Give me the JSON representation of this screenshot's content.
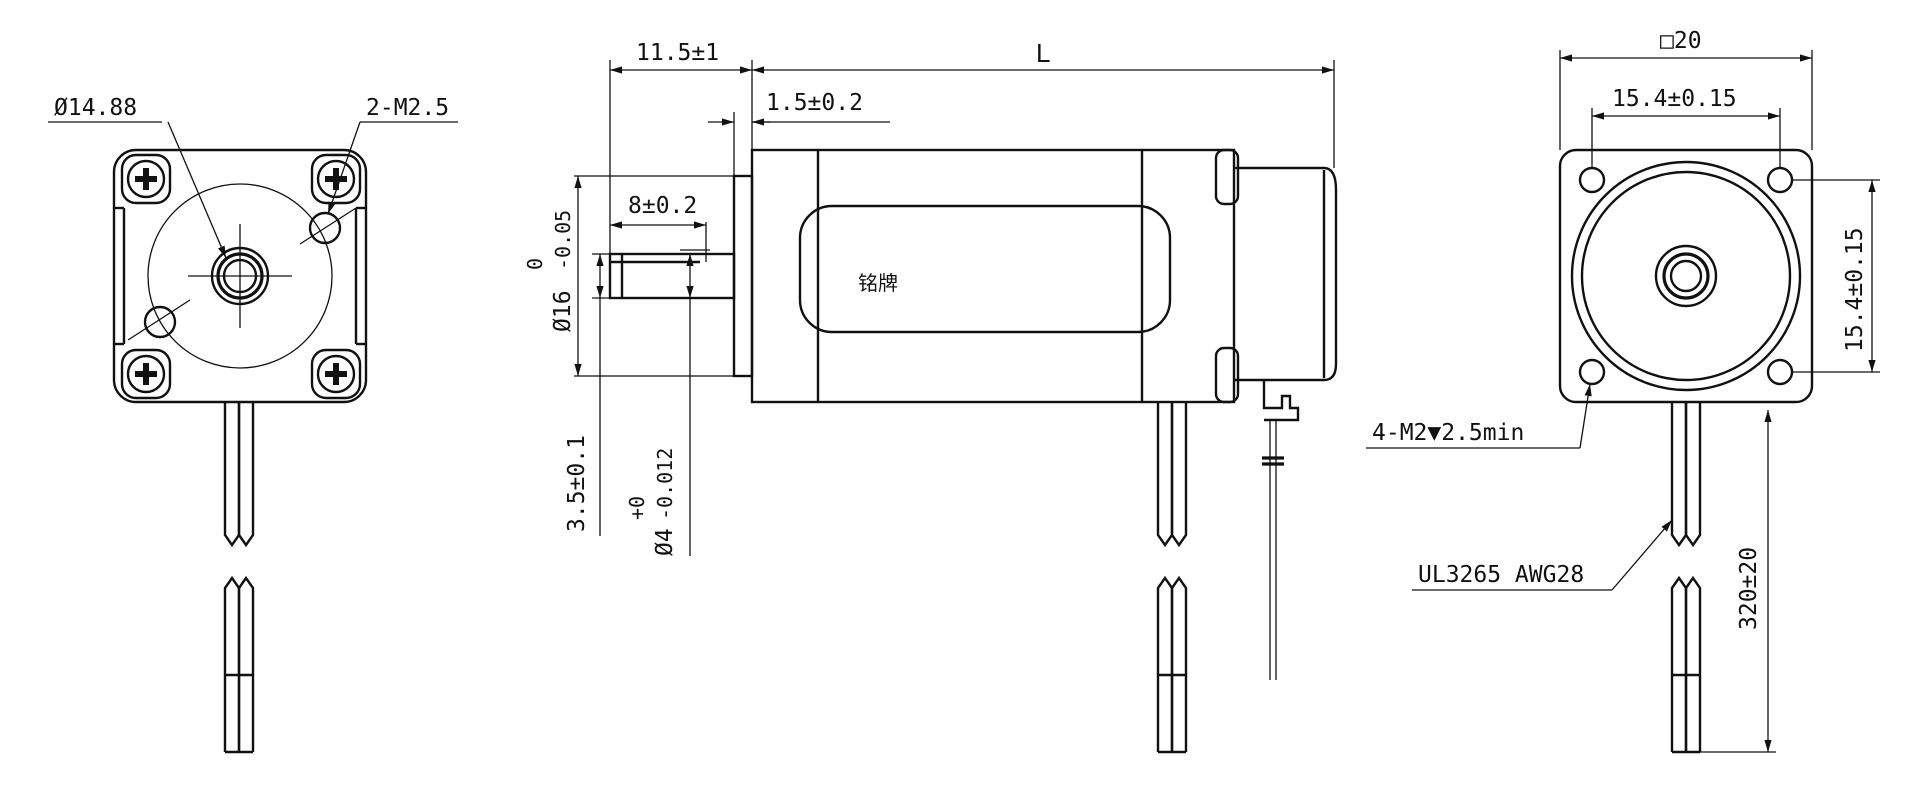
{
  "front_view": {
    "bore_diameter": "Ø14.88",
    "mount_threads": "2-M2.5"
  },
  "side_view": {
    "shaft_length": "11.5±1",
    "body_length": "L",
    "flange_thickness": "1.5±0.2",
    "flat_length": "8±0.2",
    "pilot_diameter": "Ø16",
    "pilot_tol_upper": "0",
    "pilot_tol_lower": "-0.05",
    "flat_depth": "3.5±0.1",
    "shaft_diameter": "Ø4",
    "shaft_tol_upper": "+0",
    "shaft_tol_lower": "-0.012",
    "nameplate": "铭牌"
  },
  "rear_view": {
    "frame_size": "□20",
    "hole_spacing_h": "15.4±0.15",
    "hole_spacing_v": "15.4±0.15",
    "mount_holes": "4-M2▼2.5min",
    "cable_spec": "UL3265 AWG28",
    "lead_length": "320±20"
  }
}
